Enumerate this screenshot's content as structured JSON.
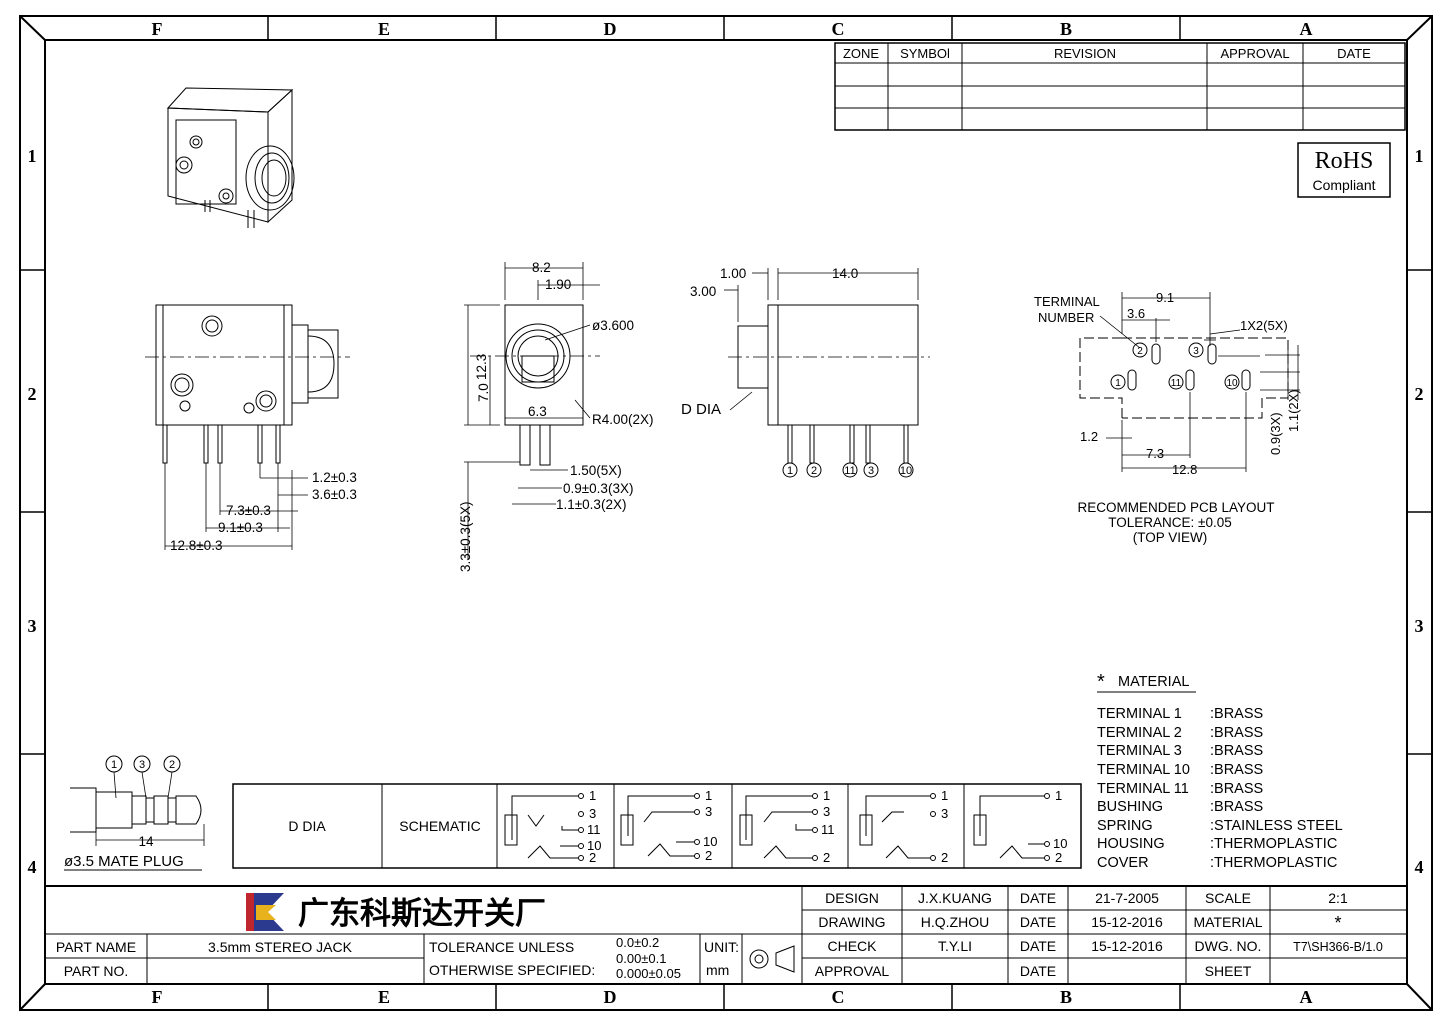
{
  "frame": {
    "columns": [
      "F",
      "E",
      "D",
      "C",
      "B",
      "A"
    ],
    "rows": [
      "1",
      "2",
      "3",
      "4"
    ]
  },
  "revision_table": {
    "headers": [
      "ZONE",
      "SYMBOl",
      "REVISION",
      "APPROVAL",
      "DATE"
    ]
  },
  "rohs": {
    "line1": "RoHS",
    "line2": "Compliant"
  },
  "front_view": {
    "dims": [
      "1.2±0.3",
      "3.6±0.3",
      "7.3±0.3",
      "9.1±0.3",
      "12.8±0.3"
    ]
  },
  "face_view": {
    "width": "8.2",
    "offset": "1.90",
    "bore": "ø3.600",
    "height": "12.3",
    "center_h": "7.0",
    "inner_w": "6.3",
    "radius": "R4.00(2X)",
    "pin_w": "1.50(5X)",
    "pin_t": "0.9±0.3(3X)",
    "pin_t2": "1.1±0.3(2X)",
    "pin_len": "3.3±0.3(5X)"
  },
  "side_view": {
    "d1": "1.00",
    "d2": "3.00",
    "length": "14.0",
    "d_dia": "D DIA",
    "pins": [
      "1",
      "2",
      "11",
      "3",
      "10"
    ]
  },
  "pcb_layout": {
    "terminal_label_1": "TERMINAL",
    "terminal_label_2": "NUMBER",
    "d_9_1": "9.1",
    "d_3_6": "3.6",
    "slot": "1X2(5X)",
    "d_1_2": "1.2",
    "d_7_3": "7.3",
    "d_12_8": "12.8",
    "d_0_9": "0.9(3X)",
    "d_1_1": "1.1(2X)",
    "pads": [
      "2",
      "3",
      "1",
      "11",
      "10"
    ],
    "title_1": "RECOMMENDED PCB LAYOUT",
    "title_2": "TOLERANCE: ±0.05",
    "title_3": "(TOP VIEW)"
  },
  "material": {
    "heading": "MATERIAL",
    "items": [
      {
        "part": "TERMINAL  1",
        "value": ":BRASS"
      },
      {
        "part": "TERMINAL  2",
        "value": ":BRASS"
      },
      {
        "part": "TERMINAL  3",
        "value": ":BRASS"
      },
      {
        "part": "TERMINAL  10",
        "value": ":BRASS"
      },
      {
        "part": "TERMINAL  11",
        "value": ":BRASS"
      },
      {
        "part": "BUSHING",
        "value": ":BRASS"
      },
      {
        "part": "SPRING",
        "value": ":STAINLESS STEEL"
      },
      {
        "part": "HOUSING",
        "value": ":THERMOPLASTIC"
      },
      {
        "part": "COVER",
        "value": ":THERMOPLASTIC"
      }
    ]
  },
  "mate_plug": {
    "labels": [
      "1",
      "3",
      "2"
    ],
    "length": "14",
    "caption": "ø3.5 MATE PLUG"
  },
  "schematic_strip": {
    "d_dia": "D DIA",
    "schematic": "SCHEMATIC",
    "pins_1": [
      "1",
      "3",
      "11",
      "10",
      "2"
    ],
    "pins_2": [
      "1",
      "3",
      "10",
      "2"
    ],
    "pins_3": [
      "1",
      "3",
      "11",
      "2"
    ],
    "pins_4": [
      "1",
      "3",
      "2"
    ],
    "pins_5": [
      "1",
      "10",
      "2"
    ]
  },
  "title_block": {
    "company": "广东科斯达开关厂",
    "design_label": "DESIGN",
    "design_value": "J.X.KUANG",
    "drawing_label": "DRAWING",
    "drawing_value": "H.Q.ZHOU",
    "check_label": "CHECK",
    "check_value": "T.Y.LI",
    "approval_label": "APPROVAL",
    "date_label": "DATE",
    "date_1": "21-7-2005",
    "date_2": "15-12-2016",
    "date_3": "15-12-2016",
    "scale_label": "SCALE",
    "scale_value": "2:1",
    "material_label": "MATERIAL",
    "material_value": "*",
    "dwg_label": "DWG. NO.",
    "dwg_value": "T7\\SH366-B/1.0",
    "sheet_label": "SHEET",
    "part_name_label": "PART NAME",
    "part_name_value": "3.5mm STEREO JACK",
    "part_no_label": "PART NO.",
    "tol_1": "TOLERANCE UNLESS",
    "tol_2": "OTHERWISE SPECIFIED:",
    "tol_v1": "0.0±0.2",
    "tol_v2": "0.00±0.1",
    "tol_v3": "0.000±0.05",
    "unit_label": "UNIT:",
    "unit_value": "mm"
  }
}
